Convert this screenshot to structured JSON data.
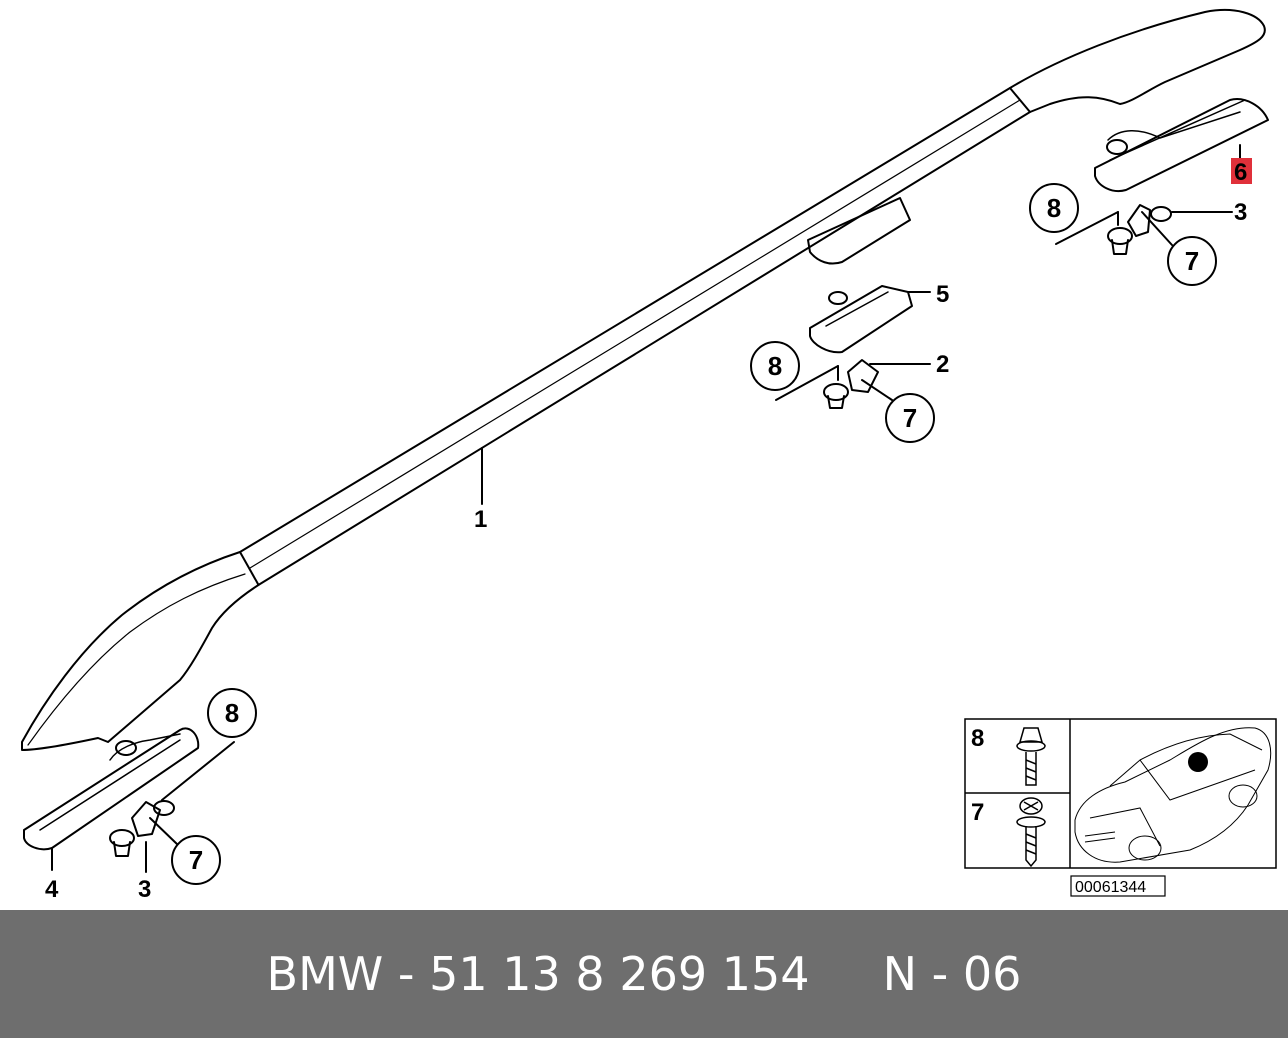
{
  "diagram": {
    "callouts": {
      "rail_main": "1",
      "clip_mid": "2",
      "clip_rear": "3",
      "clip_front": "3",
      "front_cover": "4",
      "mid_cover": "5",
      "rear_cover": "6",
      "screw_rear": "7",
      "screw_mid": "7",
      "screw_front": "7",
      "nut_rear": "8",
      "nut_mid": "8",
      "nut_front": "8"
    },
    "legend": {
      "item_top": "8",
      "item_bottom": "7",
      "diagram_code": "00061344"
    },
    "highlight_color": "#e0303a"
  },
  "footer": {
    "text": "BMW - 51 13 8 269 154     N - 06",
    "background": "#6e6e6e",
    "text_color": "#ffffff"
  }
}
